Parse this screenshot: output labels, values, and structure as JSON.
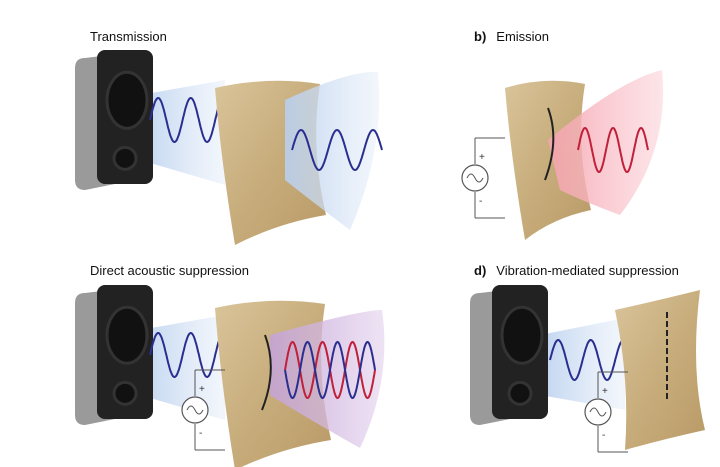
{
  "panels": [
    {
      "id": "a",
      "letter": "",
      "title": "Transmission"
    },
    {
      "id": "b",
      "letter": "b)",
      "title": "Emission"
    },
    {
      "id": "c",
      "letter": "",
      "title": "Direct acoustic suppression"
    },
    {
      "id": "d",
      "letter": "d)",
      "title": "Vibration-mediated suppression"
    }
  ],
  "source_symbol": {
    "plus": "+",
    "minus": "-"
  },
  "colors": {
    "incident_wave": "#2a2f8f",
    "emitted_wave": "#c0203a",
    "fabric": "#cdb586",
    "speaker_face": "#222222",
    "speaker_side": "#9a9a9a",
    "transmit_cone": "#cfe0f3",
    "emit_cone": "#f6b3bd",
    "mixed_cone": "#c9a8d8"
  }
}
